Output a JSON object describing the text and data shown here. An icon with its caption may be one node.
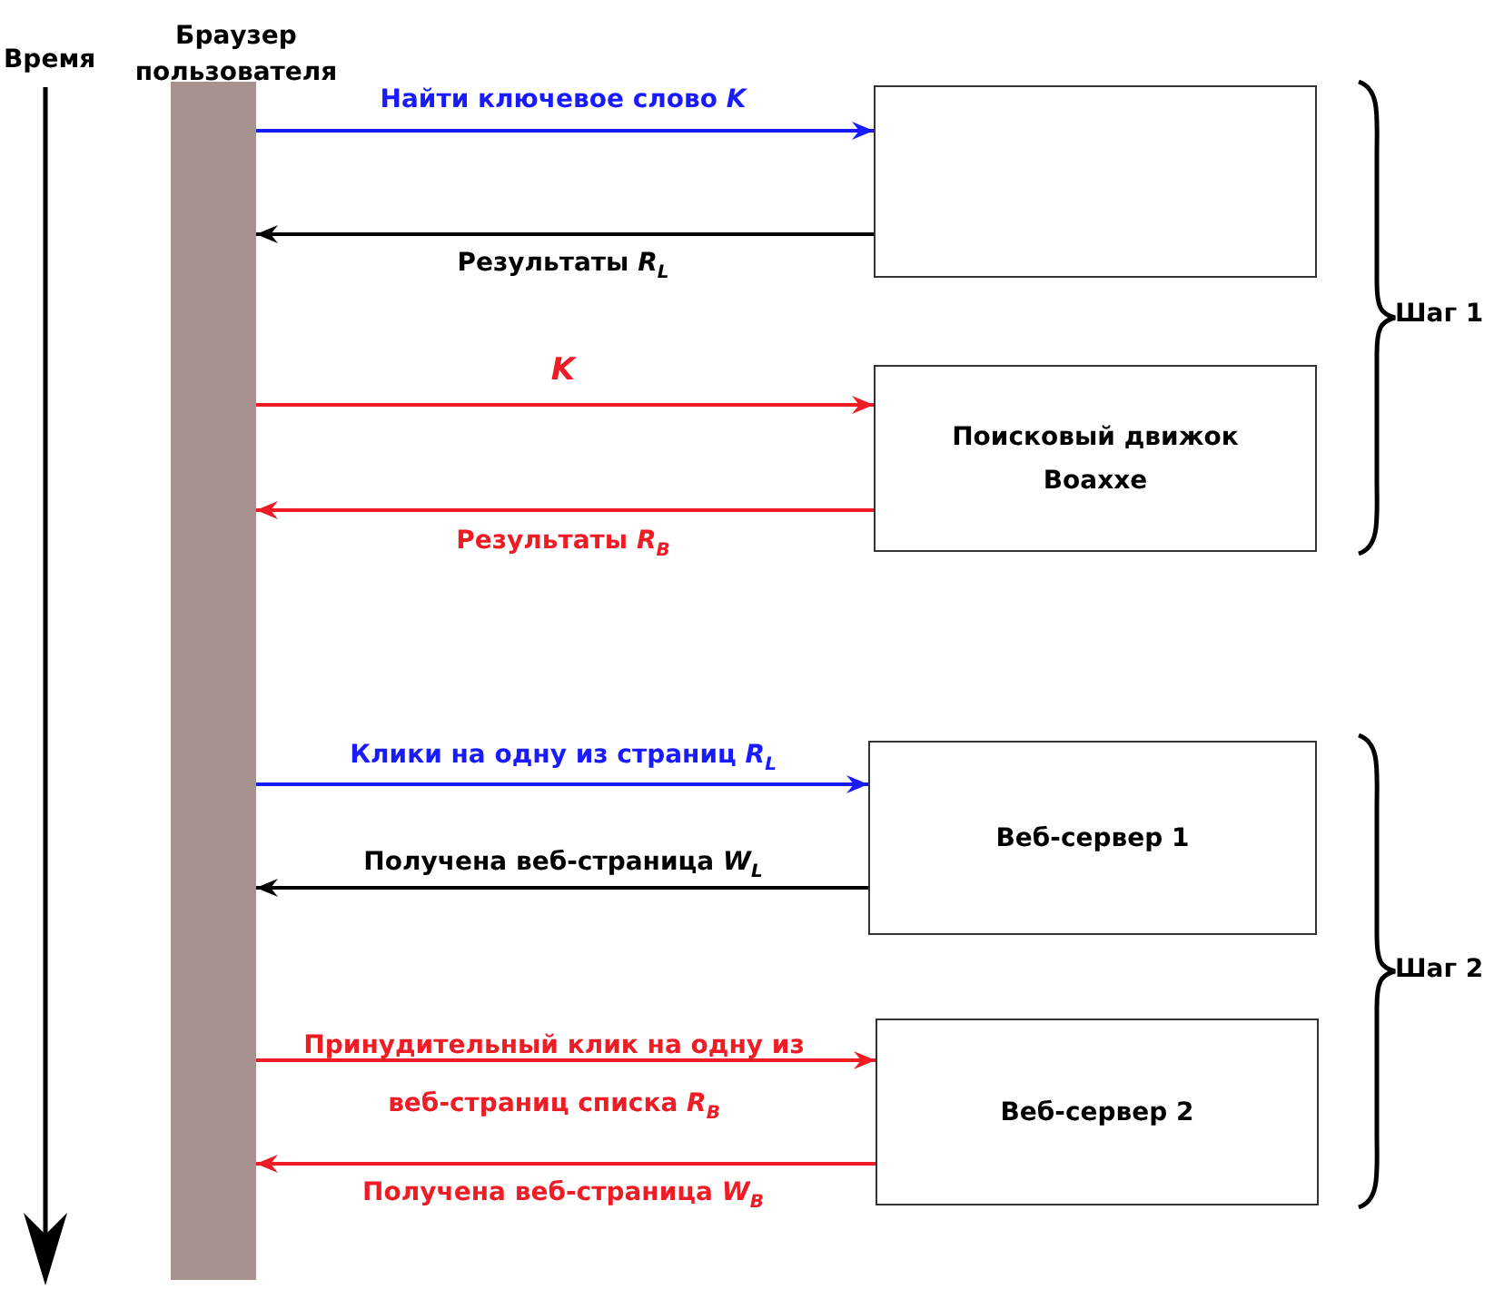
{
  "diagram": {
    "nodes": [
      {
        "text": [
          "Браузер пользователя"
        ]
      },
      {
        "text": [],
        "shape": "box"
      },
      {
        "text": [
          "Поисковый движок Boaxxe"
        ]
      },
      {
        "text": [
          "Веб-сервер 1"
        ]
      },
      {
        "text": [
          "Веб-сервер 2"
        ]
      }
    ],
    "edges": [
      {
        "from": 0,
        "to": 1,
        "arrow": "to",
        "label": "Найти ключевое слово *K*",
        "color": "#1a1aff"
      },
      {
        "from": 1,
        "to": 0,
        "arrow": "to",
        "label": "Результаты *R*$_{L}$",
        "color": "#000000"
      },
      {
        "from": 0,
        "to": 2,
        "arrow": "to",
        "label": "K",
        "color": "#ee1c25"
      },
      {
        "from": 2,
        "to": 0,
        "arrow": "to",
        "label": "Результаты *R*$_{B}$",
        "color": "#ee1c25"
      },
      {
        "from": 0,
        "to": 3,
        "arrow": "to",
        "label": "Клики на одну из страниц *R*$_{L}$",
        "color": "#1a1aff"
      },
      {
        "from": 3,
        "to": 0,
        "arrow": "to",
        "label": "Получена веб-страница *W*$_{L}$",
        "color": "#000000"
      },
      {
        "from": 0,
        "to": 4,
        "arrow": "to",
        "label": "Принудительный клик на одну из веб-страниц списка *R*$_{B}$",
        "color": "#ee1c25"
      },
      {
        "from": 4,
        "to": 0,
        "arrow": "to",
        "label": "Получена веб-страница *W*$_{B}$",
        "color": "#ee1c25"
      }
    ],
    "labels": [
      "Время",
      "Шаг 1",
      "Шаг 2"
    ]
  }
}
